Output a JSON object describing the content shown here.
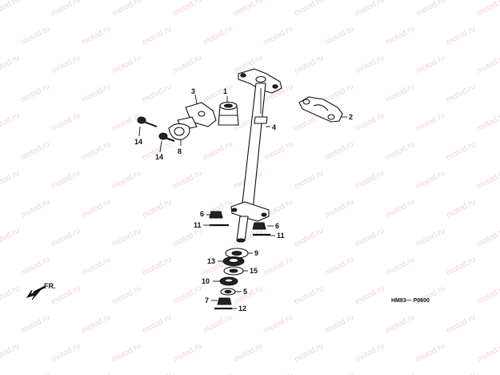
{
  "watermark": "motod.ru",
  "diagram_code": "HM83— P0600",
  "direction_label": "FR.",
  "callouts": {
    "c1": "1",
    "c2": "2",
    "c3": "3",
    "c4": "4",
    "c5": "5",
    "c6a": "6",
    "c6b": "6",
    "c7": "7",
    "c8": "8",
    "c9": "9",
    "c10": "10",
    "c11a": "11",
    "c11b": "11",
    "c12": "12",
    "c13": "13",
    "c14a": "14",
    "c14b": "14"
  },
  "colors": {
    "ink": "#111111",
    "watermark": "#f1d4d4",
    "background": "#ffffff"
  }
}
